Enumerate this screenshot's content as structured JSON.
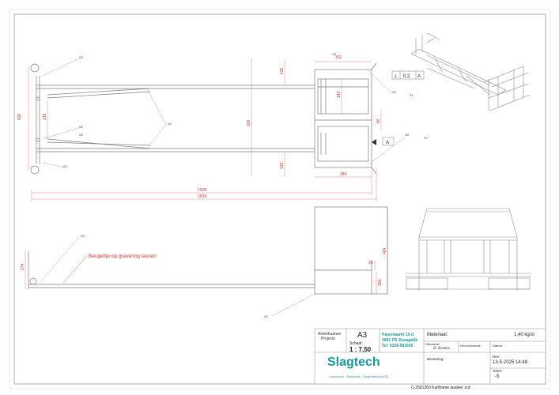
{
  "drawing": {
    "note": "Beugeltje op gravering lassen",
    "dimensions": {
      "d420": "420",
      "d219": "219",
      "d1928": "1928",
      "d1934": "1934",
      "d630": "630",
      "d135_top": "135",
      "d135_bottom": "135",
      "d142": "142",
      "d302": "302",
      "d284": "284",
      "d60": "60",
      "d274": "274",
      "d484": "484",
      "d25": "25",
      "d150": "150"
    },
    "weld_labels": {
      "w1": "a2",
      "w2": "a2",
      "w3": "a2",
      "w4": "a2",
      "w5": "a2",
      "w6": "a2",
      "w7": "a2",
      "w8": "a2",
      "w9": "a2",
      "w10": "a2"
    },
    "tolerance": {
      "symbol": "⊥",
      "value": "0.2",
      "ref": "A",
      "datum": "A"
    },
    "count_labels": {
      "c1": "4x",
      "c2": "4x"
    }
  },
  "title_block": {
    "company_line1": "Amerikaanse",
    "company_line2": "Projects",
    "sheet_size": "A3",
    "scale_label": "Schaal:",
    "scale_value": "1 : 7,50",
    "address1": "Panemaarkt 15-d",
    "address2": "1681 PG Zwaagdijk",
    "phone": "Tel: 0228-581665",
    "material_label": "Materiaal:",
    "material_value": "1,40 kg/st",
    "drawn_label": "Getekend:",
    "drawn_by": "H. Kramis",
    "checked_label": "Gecontroleerd:",
    "date_label": "Datum:",
    "brand": "Slagtech",
    "tagline": "- Innovation - Reparatie - Engineering in 3D",
    "name_label": "Benaming:",
    "rev_label": "Rev:",
    "rev_date": "13-5-2025 14:48",
    "drawing_no_label": "Teknr.:",
    "drawing_no": "-5",
    "filename": "C-2581260 Kartframe lasdeel .icd"
  }
}
